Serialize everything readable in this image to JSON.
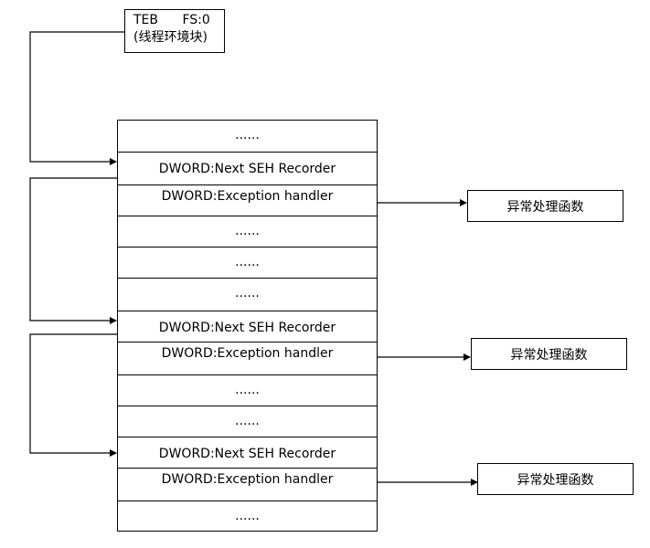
{
  "teb": {
    "name": "TEB",
    "register": "FS:0",
    "description": "(线程环境块)"
  },
  "stack_cells": [
    "......",
    "DWORD:Next SEH Recorder",
    "DWORD:Exception handler",
    "......",
    "......",
    "......",
    "DWORD:Next SEH Recorder",
    "DWORD:Exception handler",
    "......",
    "......",
    "DWORD:Next SEH Recorder",
    "DWORD:Exception handler",
    "......"
  ],
  "handlers": [
    "异常处理函数",
    "异常处理函数",
    "异常处理函数"
  ]
}
